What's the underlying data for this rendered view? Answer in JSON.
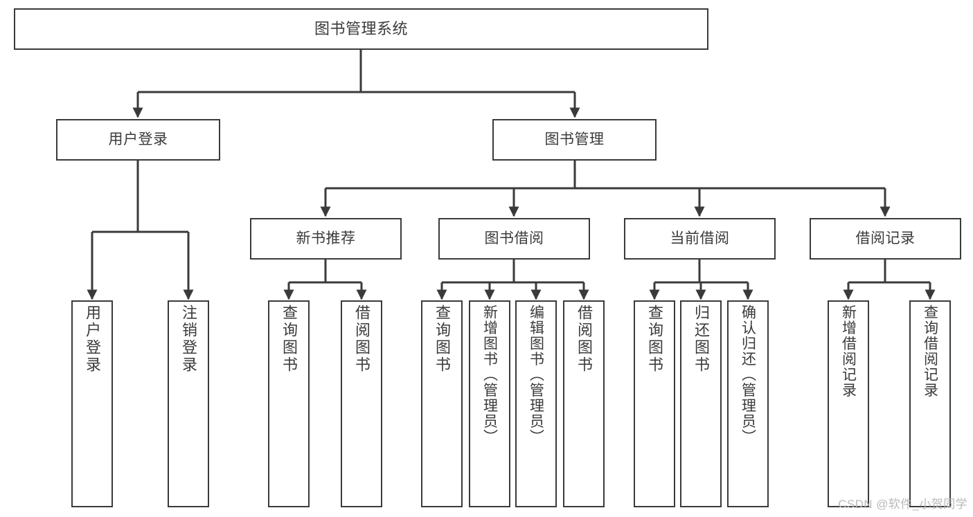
{
  "diagram": {
    "title": "图书管理系统",
    "type": "hierarchy-tree",
    "levels": 3,
    "nodes": {
      "root": {
        "label": "图书管理系统"
      },
      "level1": [
        {
          "id": "user-login",
          "label": "用户登录"
        },
        {
          "id": "book-manage",
          "label": "图书管理"
        }
      ],
      "level2": [
        {
          "id": "new-book-recommend",
          "label": "新书推荐",
          "parent": "book-manage"
        },
        {
          "id": "book-borrow",
          "label": "图书借阅",
          "parent": "book-manage"
        },
        {
          "id": "current-borrow",
          "label": "当前借阅",
          "parent": "book-manage"
        },
        {
          "id": "borrow-record",
          "label": "借阅记录",
          "parent": "book-manage"
        }
      ],
      "leaves": [
        {
          "id": "leaf-user-login",
          "label": "用户登录",
          "parent": "user-login"
        },
        {
          "id": "leaf-logout",
          "label": "注销登录",
          "parent": "user-login"
        },
        {
          "id": "leaf-query-book-1",
          "label": "查询图书",
          "parent": "new-book-recommend"
        },
        {
          "id": "leaf-borrow-book-1",
          "label": "借阅图书",
          "parent": "new-book-recommend"
        },
        {
          "id": "leaf-query-book-2",
          "label": "查询图书",
          "parent": "book-borrow"
        },
        {
          "id": "leaf-add-book",
          "label": "新增图书（管理员）",
          "parent": "book-borrow"
        },
        {
          "id": "leaf-edit-book",
          "label": "编辑图书（管理员）",
          "parent": "book-borrow"
        },
        {
          "id": "leaf-borrow-book-2",
          "label": "借阅图书",
          "parent": "book-borrow"
        },
        {
          "id": "leaf-query-book-3",
          "label": "查询图书",
          "parent": "current-borrow"
        },
        {
          "id": "leaf-return-book",
          "label": "归还图书",
          "parent": "current-borrow"
        },
        {
          "id": "leaf-confirm-return",
          "label": "确认归还（管理员）",
          "parent": "current-borrow"
        },
        {
          "id": "leaf-add-record",
          "label": "新增借阅记录",
          "parent": "borrow-record"
        },
        {
          "id": "leaf-query-record",
          "label": "查询借阅记录",
          "parent": "borrow-record"
        }
      ]
    },
    "colors": {
      "stroke": "#3a3a3a",
      "fill": "#ffffff",
      "text": "#3a3a3a",
      "watermark": "#b9b9b9"
    }
  },
  "watermark": {
    "text": "CSDN @软件_小贺同学"
  }
}
